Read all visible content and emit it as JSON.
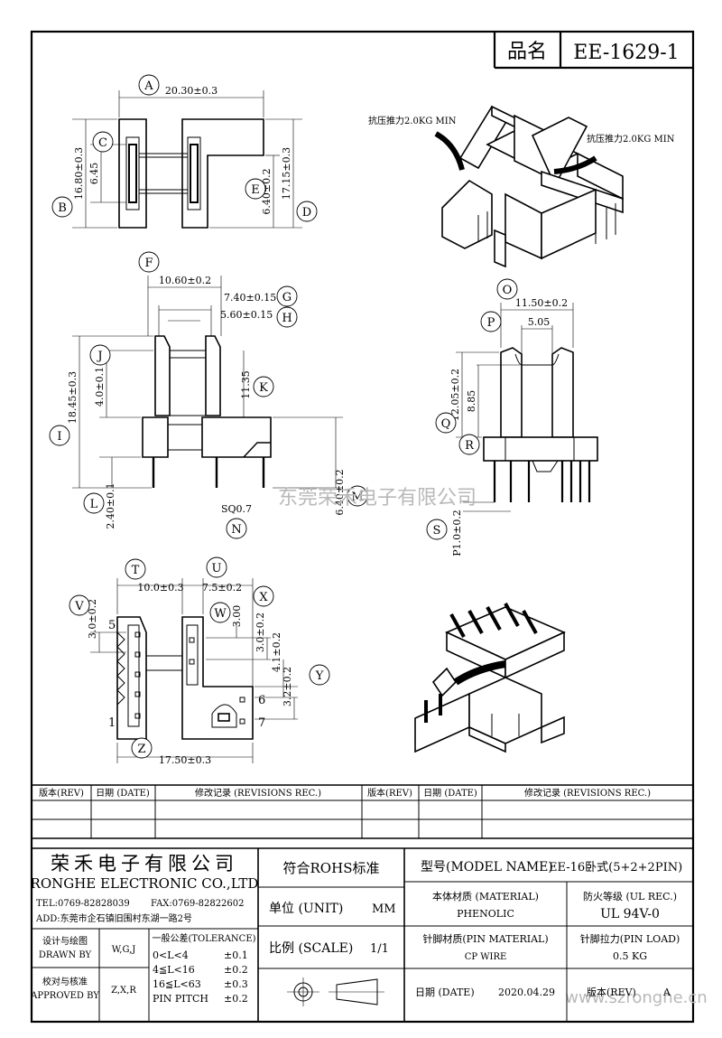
{
  "title_box": {
    "label": "品名",
    "part_no": "EE-1629-1"
  },
  "callouts": {
    "A": "A",
    "B": "B",
    "C": "C",
    "D": "D",
    "E": "E",
    "F": "F",
    "G": "G",
    "H": "H",
    "I": "I",
    "J": "J",
    "K": "K",
    "L": "L",
    "M": "M",
    "N": "N",
    "O": "O",
    "P": "P",
    "Q": "Q",
    "R": "R",
    "S": "S",
    "T": "T",
    "U": "U",
    "V": "V",
    "W": "W",
    "X": "X",
    "Y": "Y",
    "Z": "Z"
  },
  "dims": {
    "a": "20.30±0.3",
    "b": "16.80±0.3",
    "c": "6.45",
    "d": "17.15±0.3",
    "e": "6.40±0.2",
    "f": "10.60±0.2",
    "g": "7.40±0.15",
    "h": "5.60±0.15",
    "i": "18.45±0.3",
    "j": "4.0±0.1",
    "k": "11.35",
    "l": "2.40±0.1",
    "m": "6.40±0.2",
    "n": "SQ0.7",
    "o": "11.50±0.2",
    "p": "5.05",
    "q": "12.05±0.2",
    "r": "8.85",
    "s": "P1.0±0.2",
    "t": "10.0±0.3",
    "u": "7.5±0.2",
    "v": "3.0±0.2",
    "w": "3.00",
    "x": "3.0±0.2",
    "y1": "4.1±0.2",
    "y2": "3.2±0.2",
    "z": "17.50±0.3"
  },
  "pins": {
    "p5": "5",
    "p1": "1",
    "p6": "6",
    "p7": "7"
  },
  "annotations": {
    "force_left": "抗压推力2.0KG MIN",
    "force_right": "抗压推力2.0KG MIN"
  },
  "watermark": {
    "center": "东莞荣禾电子有限公司",
    "corner": "www.szronghe.cn"
  },
  "revisions": {
    "col_rev": "版本(REV)",
    "col_date": "日期 (DATE)",
    "col_rec": "修改记录 (REVISIONS REC.)"
  },
  "title_block": {
    "company_cn": "荣禾电子有限公司",
    "company_en": "RONGHE ELECTRONIC CO.,LTD",
    "tel": "TEL:0769-82828039",
    "fax": "FAX:0769-82822602",
    "addr": "ADD:东莞市企石镇旧围村东湖一路2号",
    "drawn_cn": "设计与绘图",
    "drawn_en": "DRAWN BY",
    "drawn_val": "W,G,J",
    "approved_cn": "校对与核准",
    "approved_en": "APPROVED BY",
    "approved_val": "Z,X,R",
    "tol_title": "一般公差(TOLERANCE)",
    "tol_rows": [
      {
        "range": "0<L<4",
        "val": "±0.1"
      },
      {
        "range": "4≦L<16",
        "val": "±0.2"
      },
      {
        "range": "16≦L<63",
        "val": "±0.3"
      },
      {
        "range": "PIN PITCH",
        "val": "±0.2"
      }
    ],
    "rohs": "符合ROHS标准",
    "unit_label": "单位 (UNIT)",
    "unit_val": "MM",
    "scale_label": "比例 (SCALE)",
    "scale_val": "1/1",
    "model_label": "型号(MODEL NAME)",
    "model_val": "EE-16卧式(5+2+2PIN)",
    "material_label": "本体材质 (MATERIAL)",
    "material_val": "PHENOLIC",
    "fire_label": "防火等级 (UL REC.)",
    "fire_val": "UL 94V-0",
    "pin_mat_label": "针脚材质(PIN MATERIAL)",
    "pin_mat_val": "CP WIRE",
    "pin_load_label": "针脚拉力(PIN LOAD)",
    "pin_load_val": "0.5 KG",
    "date_label": "日期 (DATE)",
    "date_val": "2020.04.29",
    "rev_label": "版本(REV)",
    "rev_val": "A"
  }
}
